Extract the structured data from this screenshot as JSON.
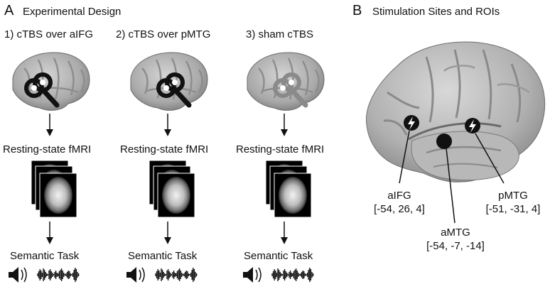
{
  "panel_a": {
    "letter": "A",
    "title": "Experimental Design",
    "conditions": [
      {
        "title": "1) cTBS over  aIFG",
        "coil_color": "#111111",
        "step1": "Resting-state  fMRI",
        "step2": "Semantic  Task"
      },
      {
        "title": "2) cTBS over  pMTG",
        "coil_color": "#111111",
        "step1": "Resting-state  fMRI",
        "step2": "Semantic  Task"
      },
      {
        "title": "3) sham cTBS",
        "coil_color": "#8a8a8a",
        "step1": "Resting-state  fMRI",
        "step2": "Semantic  Task"
      }
    ]
  },
  "panel_b": {
    "letter": "B",
    "title": "Stimulation Sites and ROIs",
    "sites": [
      {
        "name": "aIFG",
        "coords": "[-54,  26, 4]",
        "marker": "lightning-icon"
      },
      {
        "name": "aMTG",
        "coords": "[-54,  -7, -14]",
        "marker": "filled-dot"
      },
      {
        "name": "pMTG",
        "coords": "[-51,  -31, 4]",
        "marker": "lightning-icon"
      }
    ]
  },
  "icons": [
    "brain-icon",
    "tms-coil-icon",
    "arrow-down-icon",
    "mri-slices-icon",
    "speaker-icon",
    "waveform-icon",
    "lightning-icon"
  ]
}
